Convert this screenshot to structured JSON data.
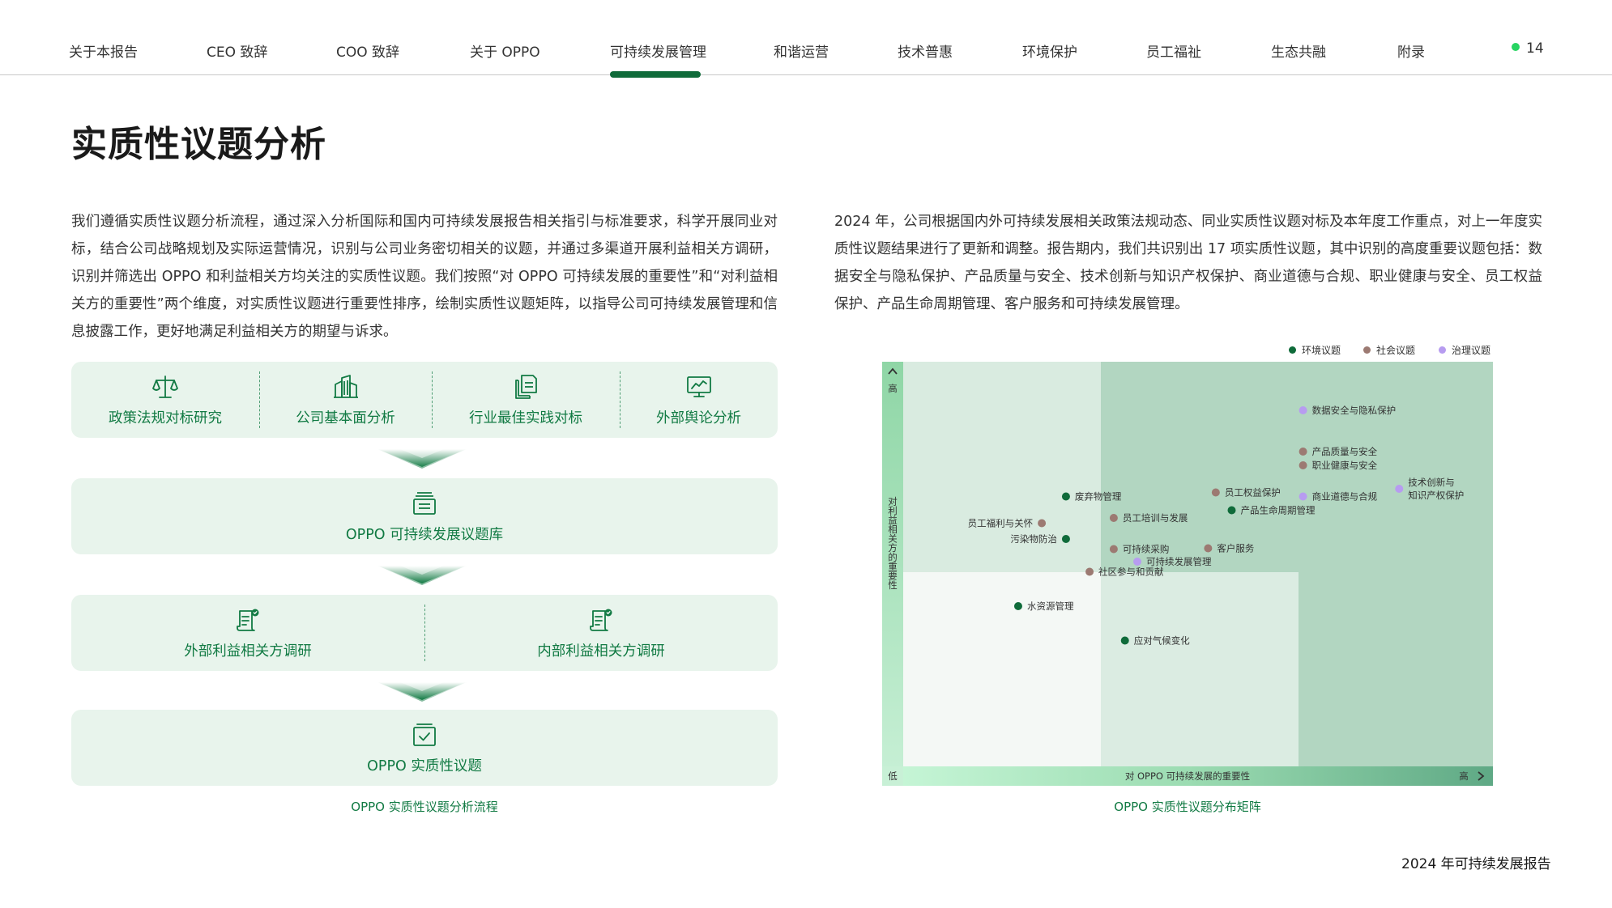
{
  "nav": {
    "items": [
      "关于本报告",
      "CEO 致辞",
      "COO 致辞",
      "关于 OPPO",
      "可持续发展管理",
      "和谐运营",
      "技术普惠",
      "环境保护",
      "员工福祉",
      "生态共融",
      "附录"
    ],
    "active_index": 4,
    "page_number": "14"
  },
  "title": "实质性议题分析",
  "paragraphs": {
    "left": "我们遵循实质性议题分析流程，通过深入分析国际和国内可持续发展报告相关指引与标准要求，科学开展同业对标，结合公司战略规划及实际运营情况，识别与公司业务密切相关的议题，并通过多渠道开展利益相关方调研，识别并筛选出 OPPO 和利益相关方均关注的实质性议题。我们按照“对 OPPO 可持续发展的重要性”和“对利益相关方的重要性”两个维度，对实质性议题进行重要性排序，绘制实质性议题矩阵，以指导公司可持续发展管理和信息披露工作，更好地满足利益相关方的期望与诉求。",
    "right": "2024 年，公司根据国内外可持续发展相关政策法规动态、同业实质性议题对标及本年度工作重点，对上一年度实质性议题结果进行了更新和调整。报告期内，我们共识别出 17 项实质性议题，其中识别的高度重要议题包括：数据安全与隐私保护、产品质量与安全、技术创新与知识产权保护、商业道德与合规、职业健康与安全、员工权益保护、产品生命周期管理、客户服务和可持续发展管理。"
  },
  "flow": {
    "step1": [
      "政策法规对标研究",
      "公司基本面分析",
      "行业最佳实践对标",
      "外部舆论分析"
    ],
    "step2": "OPPO 可持续发展议题库",
    "step3": [
      "外部利益相关方调研",
      "内部利益相关方调研"
    ],
    "step4": "OPPO 实质性议题",
    "caption": "OPPO 实质性议题分析流程",
    "icons": [
      "scale-icon",
      "building-icon",
      "documents-icon",
      "monitor-chart-icon",
      "archive-icon",
      "survey-icon",
      "survey-icon",
      "checkbox-icon"
    ]
  },
  "chart_data": {
    "type": "scatter",
    "title": "",
    "caption": "OPPO 实质性议题分布矩阵",
    "xlabel": "对 OPPO 可持续发展的重要性",
    "ylabel": "对利益相关方的重要性",
    "x_low": "低",
    "x_high": "高",
    "y_high": "高",
    "xlim": [
      0,
      100
    ],
    "ylim": [
      0,
      100
    ],
    "legend_position": "top-right",
    "categories": [
      {
        "key": "env",
        "name": "环境议题",
        "color": "#0f6b3a"
      },
      {
        "key": "soc",
        "name": "社会议题",
        "color": "#9c7a72"
      },
      {
        "key": "gov",
        "name": "治理议题",
        "color": "#b79cf0"
      }
    ],
    "points": [
      {
        "label": "数据安全与隐私保护",
        "category": "gov",
        "x": 67.8,
        "y": 88.0,
        "label_side": "right"
      },
      {
        "label": "产品质量与安全",
        "category": "soc",
        "x": 67.8,
        "y": 77.8,
        "label_side": "right"
      },
      {
        "label": "职业健康与安全",
        "category": "soc",
        "x": 67.8,
        "y": 74.4,
        "label_side": "right"
      },
      {
        "label": "技术创新与知识产权保护",
        "category": "gov",
        "x": 84.1,
        "y": 68.6,
        "label_side": "right"
      },
      {
        "label": "员工权益保护",
        "category": "soc",
        "x": 53.0,
        "y": 67.7,
        "label_side": "right"
      },
      {
        "label": "商业道德与合规",
        "category": "gov",
        "x": 67.8,
        "y": 66.7,
        "label_side": "right"
      },
      {
        "label": "产品生命周期管理",
        "category": "env",
        "x": 55.7,
        "y": 63.3,
        "label_side": "right"
      },
      {
        "label": "废弃物管理",
        "category": "env",
        "x": 27.6,
        "y": 66.7,
        "label_side": "right"
      },
      {
        "label": "员工培训与发展",
        "category": "soc",
        "x": 35.7,
        "y": 61.4,
        "label_side": "right"
      },
      {
        "label": "员工福利与关怀",
        "category": "soc",
        "x": 23.5,
        "y": 60.1,
        "label_side": "left"
      },
      {
        "label": "污染物防治",
        "category": "env",
        "x": 27.6,
        "y": 56.2,
        "label_side": "left"
      },
      {
        "label": "可持续采购",
        "category": "soc",
        "x": 35.7,
        "y": 53.7,
        "label_side": "right"
      },
      {
        "label": "客户服务",
        "category": "soc",
        "x": 51.7,
        "y": 53.9,
        "label_side": "right"
      },
      {
        "label": "可持续发展管理",
        "category": "gov",
        "x": 39.7,
        "y": 50.6,
        "label_side": "right"
      },
      {
        "label": "社区参与和贡献",
        "category": "soc",
        "x": 31.6,
        "y": 48.1,
        "label_side": "right"
      },
      {
        "label": "水资源管理",
        "category": "env",
        "x": 19.5,
        "y": 39.6,
        "label_side": "right"
      },
      {
        "label": "应对气候变化",
        "category": "env",
        "x": 37.6,
        "y": 31.1,
        "label_side": "right"
      }
    ]
  },
  "footer": "2024 年可持续发展报告"
}
